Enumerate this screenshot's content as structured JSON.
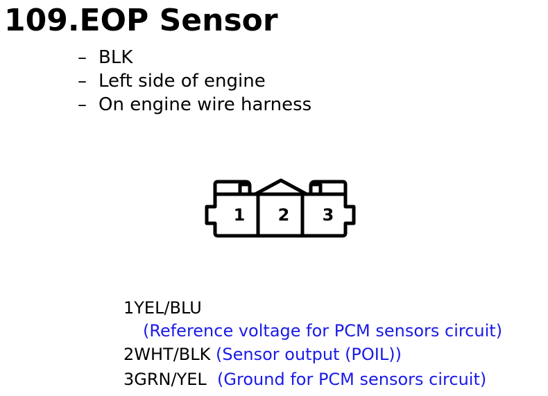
{
  "title": "109.EOP Sensor",
  "bullets": [
    "BLK",
    "Left side of engine",
    "On engine wire harness"
  ],
  "bullet_dash": "–",
  "connector": {
    "pins": [
      "1",
      "2",
      "3"
    ]
  },
  "pinouts": [
    {
      "code": "1YEL/BLU",
      "desc": "(Reference voltage for PCM sensors circuit)"
    },
    {
      "code": "2WHT/BLK",
      "desc": "(Sensor output (POIL))"
    },
    {
      "code": "3GRN/YEL",
      "desc": "(Ground for PCM sensors circuit)"
    }
  ],
  "colors": {
    "text": "#000000",
    "description": "#1a1ae6"
  }
}
